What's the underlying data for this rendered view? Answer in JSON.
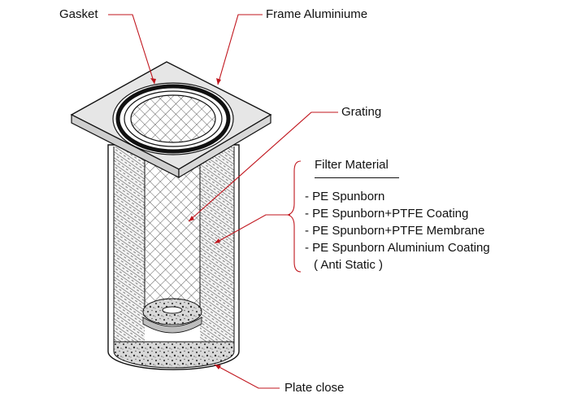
{
  "labels": {
    "gasket": "Gasket",
    "frame": "Frame Aluminiume",
    "grating": "Grating",
    "filter_material": "Filter Material",
    "plate_close": "Plate close"
  },
  "filter_materials": [
    "- PE Spunborn",
    "- PE Spunborn+PTFE Coating",
    "- PE Spunborn+PTFE Membrane",
    "- PE Spunborn Aluminium Coating",
    "( Anti Static )"
  ],
  "colors": {
    "leader": "#c0141c",
    "outline": "#111111",
    "frame_fill": "#e6e6e6"
  }
}
